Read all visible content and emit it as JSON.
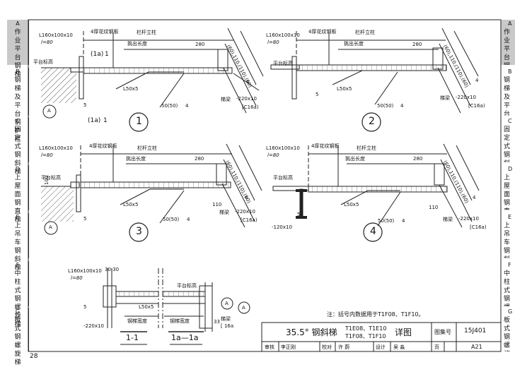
{
  "side_tabs": [
    {
      "letter": "A",
      "label": "作业平台钢梯",
      "active": true
    },
    {
      "letter": "B",
      "label": "钢梯及平台钢护栏",
      "active": false
    },
    {
      "letter": "C",
      "label": "固定式钢斜梯",
      "active": false
    },
    {
      "letter": "D",
      "label": "上屋面钢直梯",
      "active": false
    },
    {
      "letter": "E",
      "label": "上吊车钢斜梯",
      "active": false
    },
    {
      "letter": "F",
      "label": "中柱式钢螺旋梯",
      "active": false
    },
    {
      "letter": "G",
      "label": "板式钢螺旋梯",
      "active": false
    }
  ],
  "labels": {
    "angle": "L160x100x10",
    "l80": "l=80",
    "plate": "4厚花纹钢板",
    "post": "栏杆立柱",
    "overhang": "挑出长度",
    "dim280": "280",
    "dims_slope": "(60),110,(110),(60)",
    "platform_level": "平台标高",
    "l50": "L50x5",
    "weld5": "5",
    "weld4": "4",
    "weld_note": "50(50)",
    "stair_beam": "梯梁",
    "beam_size": "-220x10",
    "channel": "[C16a)",
    "plate120": "-120x10",
    "d100": "100",
    "d110": "110",
    "section_1a_mark": "(1a)",
    "section_1_mark": "1",
    "detail1": "1",
    "detail2": "2",
    "detail3": "3",
    "detail4": "4",
    "w_beam": "钢梯宽度",
    "d3030": "30,30",
    "d33": "33",
    "c16a": "[ 16a",
    "a_bubble": "A",
    "sec11": "1-1",
    "sec1a": "1a—1a"
  },
  "note": "注：括号内数据用于T1F08、T1F10。",
  "title_block": {
    "title_main": "35.5° 钢斜梯",
    "codes_top": "T1E08、T1E10",
    "codes_bottom": "T1F08、T1F10",
    "title_suffix": "详图",
    "atlas_label": "图集号",
    "atlas_no": "15J401",
    "review_label": "审核",
    "reviewer": "李正刚",
    "check_label": "校对",
    "checker": "许 蔚",
    "design_label": "设计",
    "designer": "吴 淼",
    "page_label": "页",
    "page_no": "A21"
  },
  "page_number": "28"
}
